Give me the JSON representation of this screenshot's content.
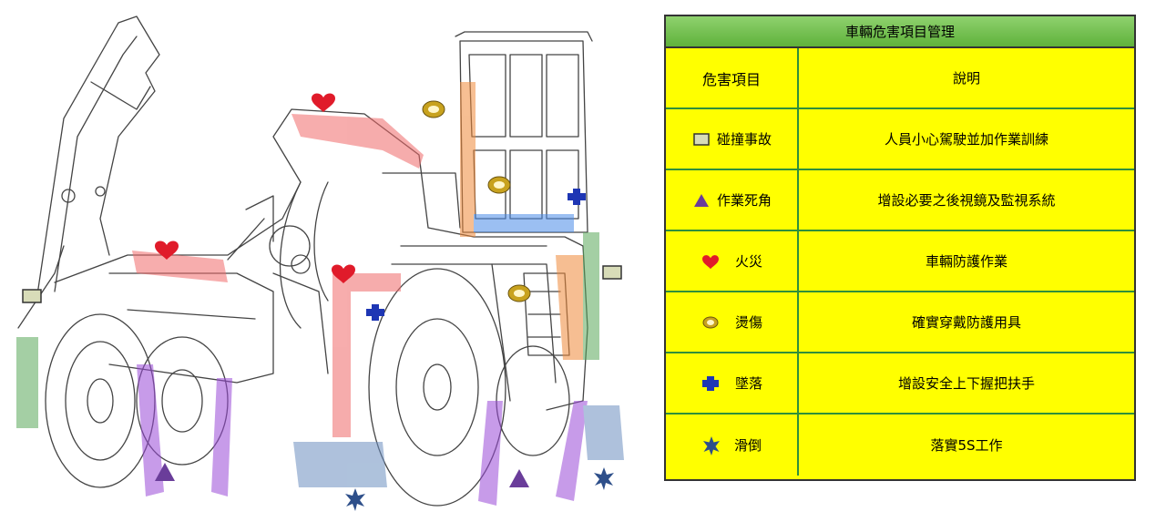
{
  "table": {
    "title": "車輛危害項目管理",
    "header": {
      "col1": "危害項目",
      "col2": "說明"
    },
    "rows": [
      {
        "icon": "collision-square-icon",
        "item": "碰撞事故",
        "desc": "人員小心駕駛並加作業訓練"
      },
      {
        "icon": "blind-spot-triangle-icon",
        "item": "作業死角",
        "desc": "增設必要之後視鏡及監視系統"
      },
      {
        "icon": "fire-heart-icon",
        "item": "火災",
        "desc": "車輛防護作業"
      },
      {
        "icon": "burn-ring-icon",
        "item": "燙傷",
        "desc": "確實穿戴防護用具"
      },
      {
        "icon": "fall-cross-icon",
        "item": "墜落",
        "desc": "增設安全上下握把扶手"
      },
      {
        "icon": "slip-star-icon",
        "item": "滑倒",
        "desc": "落實5S工作"
      }
    ]
  },
  "colors": {
    "table_bg": "#ffff00",
    "header_bg": "#6fbf4a",
    "grid_line": "#2f8f3a",
    "fire": "#e01b2a",
    "burn": "#c8a21e",
    "fall": "#1e36b4",
    "blind_spot": "#6a3d9a",
    "collision": "#b7c79a",
    "slip": "#2e4f8a"
  }
}
